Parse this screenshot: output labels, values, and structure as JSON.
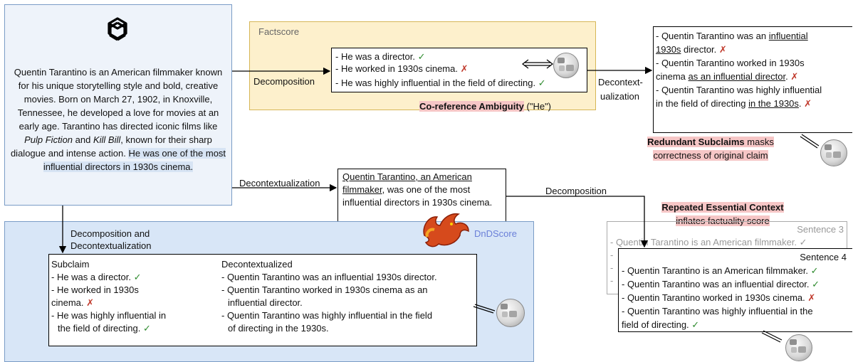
{
  "source": {
    "text_before": "Quentin Tarantino is an American filmmaker known for his unique storytelling style and bold, creative movies. Born on March 27, 1902, in Knoxville, Tennessee, he developed a love for movies at an early age. Tarantino has directed iconic films like ",
    "film1": "Pulp Fiction",
    "and": " and ",
    "film2": "Kill Bill",
    "text_after": ", known for their sharp dialogue and intense action. ",
    "highlight": "He was one of the most influential directors in 1930s cinema."
  },
  "factscore": {
    "label": "Factscore",
    "claims": [
      "- He was a director.",
      "- He worked in 1930s cinema.",
      "- He was highly influential in the field of directing."
    ],
    "marks": [
      "✓",
      "✗",
      "✓"
    ],
    "ambiguity_bold": "Co-reference Ambiguity",
    "ambiguity_rest": " (\"He\")"
  },
  "arrows": {
    "decomposition_top": "Decomposition",
    "decontext_top_1": "Decontext-",
    "decontext_top_2": "ualization",
    "decontextualization_mid": "Decontextualization",
    "decomposition_mid": "Decomposition",
    "dnd_1": "Decomposition and",
    "dnd_2": "Decontextualization"
  },
  "top_right": {
    "l1_pre": "- Quentin Tarantino was an ",
    "l1_ul": "influential",
    "l2_ul": "1930s",
    "l2_post": " director. ",
    "l3": "- Quentin Tarantino worked in 1930s",
    "l4_pre": "cinema ",
    "l4_ul": "as an influential director",
    "l4_post": ". ",
    "l5": "- Quentin Tarantino was highly influential",
    "l6_pre": "in the field of directing ",
    "l6_ul": "in the 1930s",
    "l6_post": ". ",
    "marks": [
      "✗",
      "✗",
      "✗"
    ],
    "note_bold": "Redundant Subclaims",
    "note_rest": " masks",
    "note_line2": "correctness of original claim"
  },
  "middle": {
    "ul": "Quentin Tarantino, an American filmmaker",
    "rest": ", was one of the most influential directors in 1930s cinema."
  },
  "repeated": {
    "bold": "Repeated Essential Context",
    "line2": "inflates factuality score",
    "s3_title": "Sentence 3",
    "s3_line": "- Quentin Tarantino is an American filmmaker.",
    "s3_mark": "✓",
    "s4_title": "Sentence 4",
    "s4_lines": [
      "- Quentin Tarantino is an American filmmaker.",
      "- Quentin Tarantino was an influential director.",
      "- Quentin Tarantino worked in 1930s cinema.",
      "- Quentin Tarantino was highly influential in the",
      "field of directing."
    ],
    "s4_marks": [
      "✓",
      "✓",
      "✗",
      "✓"
    ]
  },
  "dndscore": {
    "label": "DnDScore",
    "subclaim_header": "Subclaim",
    "sub1": "- He was a director.",
    "sub2a": "- He worked in 1930s",
    "sub2b": "cinema.",
    "sub3a": "- He was highly influential in",
    "sub3b": "the field of directing.",
    "sub_marks": [
      "✓",
      "✗",
      "✓"
    ],
    "decon_header": "Decontextualized",
    "dec1": "- Quentin Tarantino was an influential 1930s director.",
    "dec2a": "- Quentin Tarantino worked in 1930s cinema as an",
    "dec2b": "influential director.",
    "dec3a": "- Quentin Tarantino was highly influential in the field",
    "dec3b": "of directing in the 1930s."
  },
  "colors": {
    "source_bg": "#eef3fa",
    "source_border": "#7a9cc6",
    "factscore_bg": "#fdf0cc",
    "factscore_border": "#d6b656",
    "dnd_bg": "#d8e6f7",
    "dnd_border": "#7a9cc6",
    "dnd_label": "#6a7fd8",
    "highlight": "#d7e4f4",
    "pink": "#f6c6c6"
  }
}
